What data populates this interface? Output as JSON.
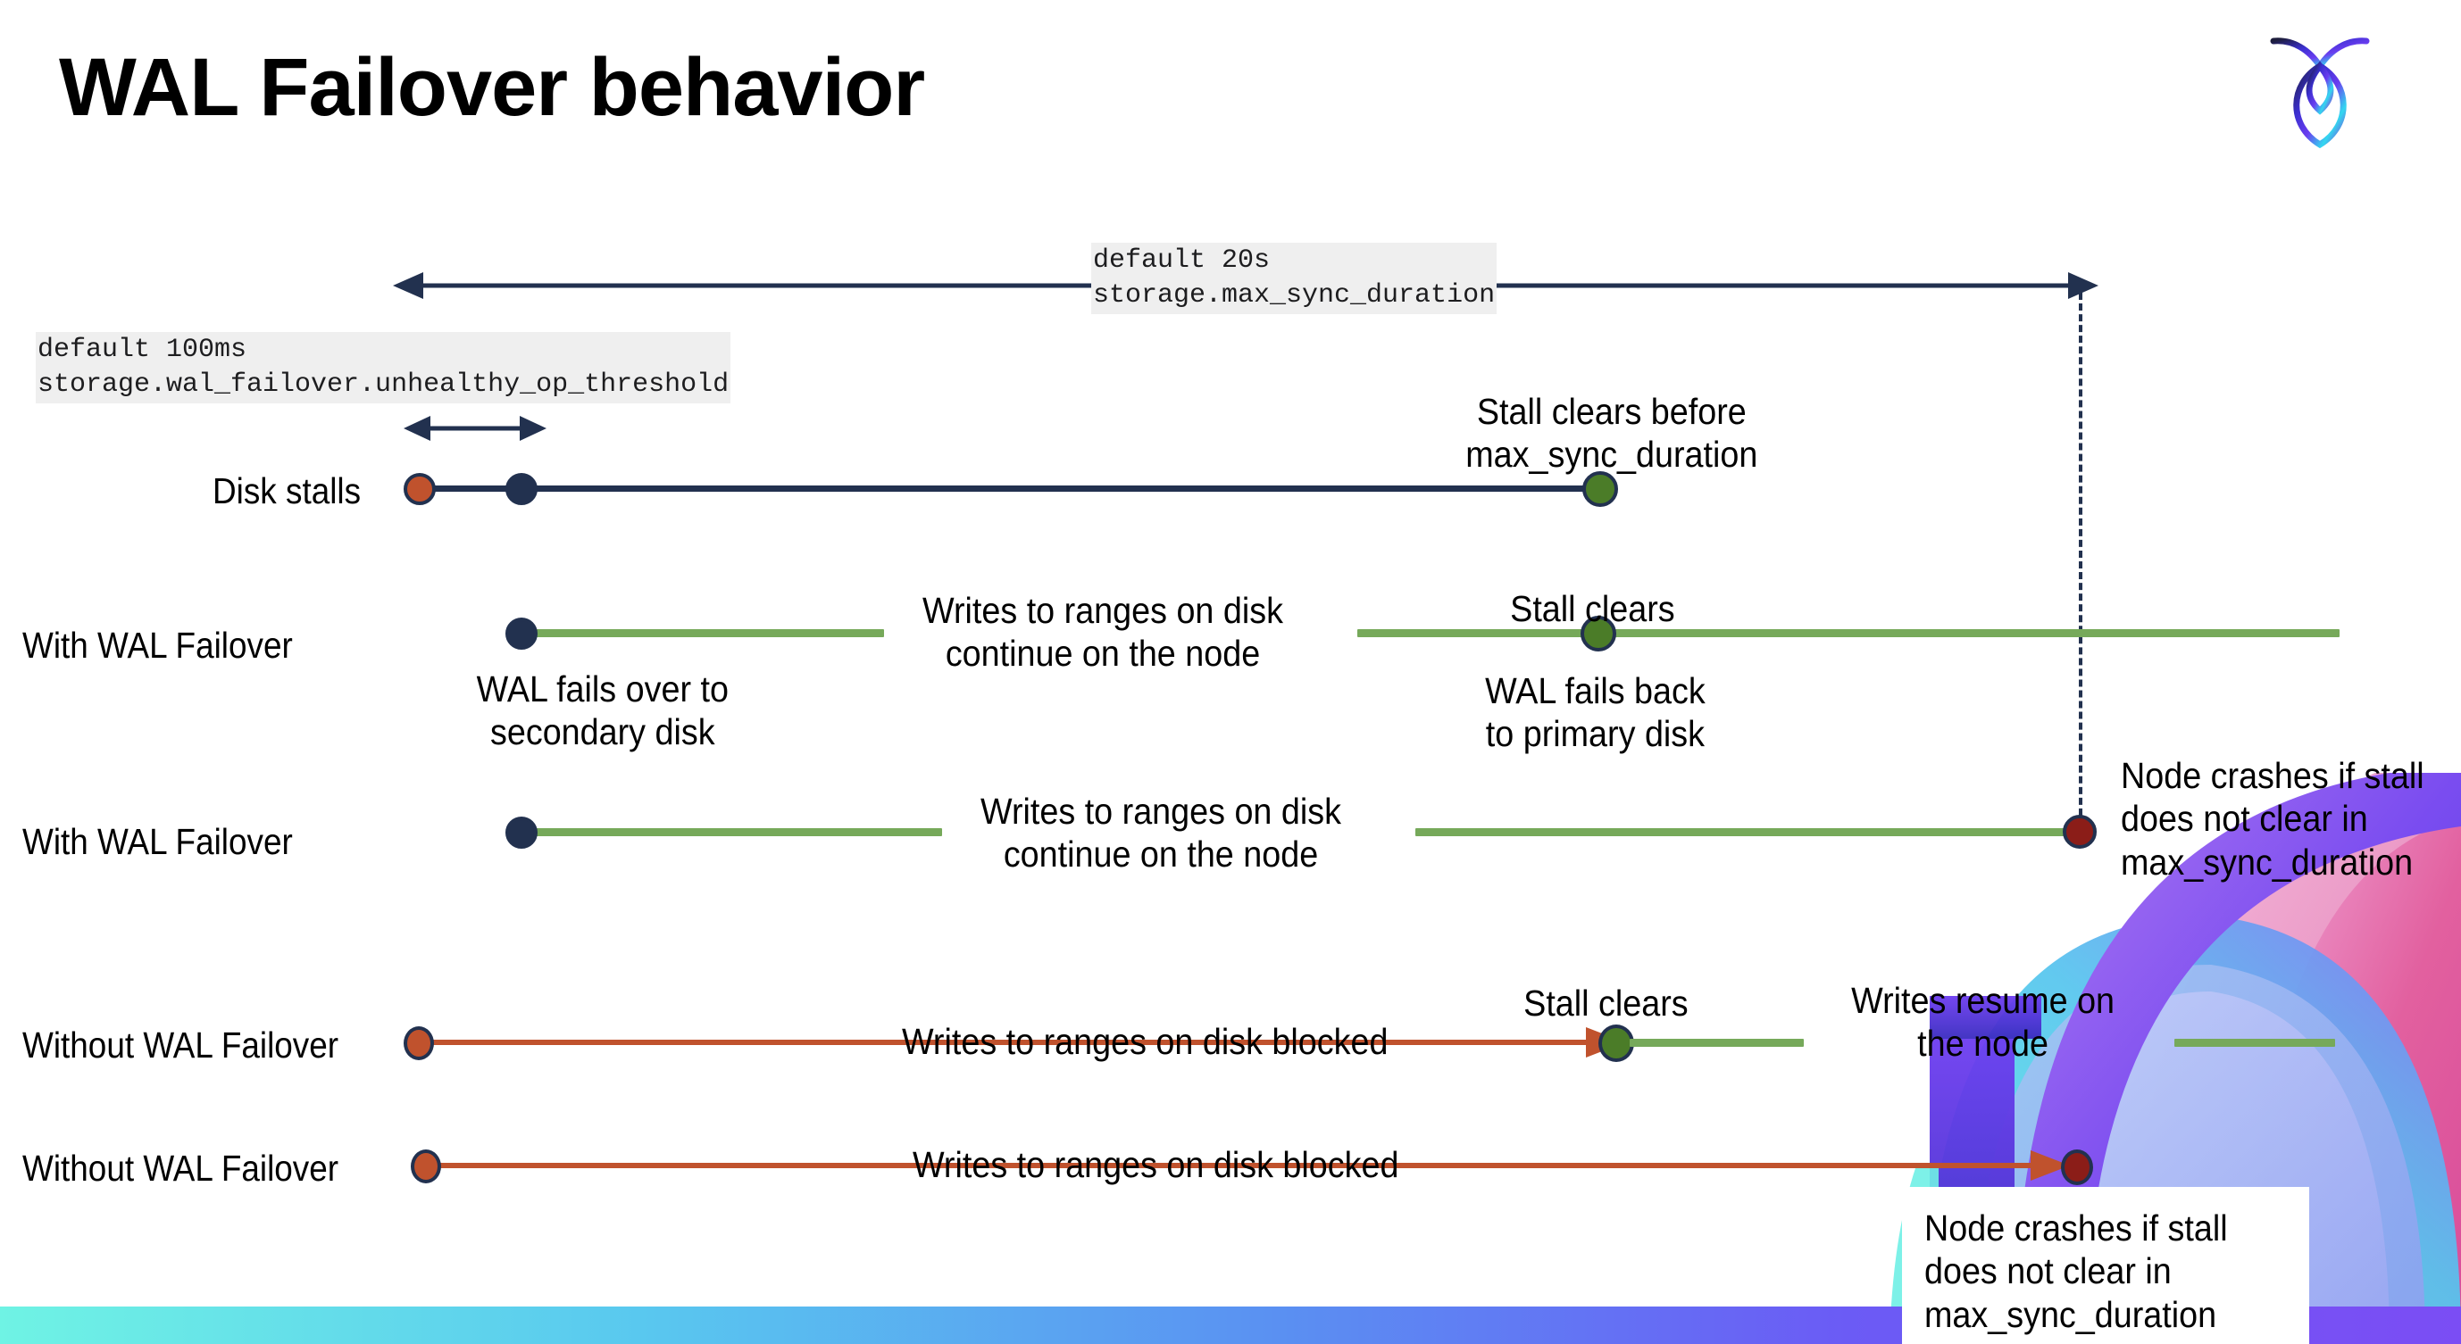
{
  "slide": {
    "title": "WAL Failover behavior",
    "logo_name": "cockroachdb-logo"
  },
  "annotations": {
    "max_sync": {
      "default_line": "default 20s",
      "setting_line": "storage.max_sync_duration"
    },
    "unhealthy_op": {
      "default_line": "default 100ms",
      "setting_line": "storage.wal_failover.unhealthy_op_threshold"
    }
  },
  "rows": [
    {
      "id": "disk-stalls",
      "label": "Disk stalls",
      "notes": [
        {
          "id": "stall-clears-before",
          "text": "Stall clears before\nmax_sync_duration"
        }
      ]
    },
    {
      "id": "with-wal-failover-recovers",
      "label": "With WAL Failover",
      "notes": [
        {
          "id": "writes-continue-1",
          "text": "Writes to ranges on disk\ncontinue on the node"
        },
        {
          "id": "wal-fails-over",
          "text": "WAL fails over to\nsecondary disk"
        },
        {
          "id": "stall-clears-1",
          "text": "Stall clears"
        },
        {
          "id": "wal-fails-back",
          "text": "WAL fails  back\nto primary disk"
        }
      ]
    },
    {
      "id": "with-wal-failover-crashes",
      "label": "With WAL Failover",
      "notes": [
        {
          "id": "writes-continue-2",
          "text": "Writes to ranges on disk\ncontinue on the node"
        },
        {
          "id": "node-crashes-1",
          "text": "Node crashes if stall\ndoes not clear in\nmax_sync_duration"
        }
      ]
    },
    {
      "id": "without-wal-failover-recovers",
      "label": "Without WAL Failover",
      "notes": [
        {
          "id": "writes-blocked-1",
          "text": "Writes to ranges on disk  blocked"
        },
        {
          "id": "stall-clears-2",
          "text": "Stall clears"
        },
        {
          "id": "writes-resume",
          "text": "Writes resume on\nthe node"
        }
      ]
    },
    {
      "id": "without-wal-failover-crashes",
      "label": "Without WAL Failover",
      "notes": [
        {
          "id": "writes-blocked-2",
          "text": "Writes to ranges on disk  blocked"
        },
        {
          "id": "node-crashes-2",
          "text": "Node crashes if stall\ndoes not clear in\nmax_sync_duration"
        }
      ]
    }
  ],
  "legend_colors": {
    "navy": "#22314f",
    "stall_start_red": "#c0522d",
    "stall_clear_green": "#4b7c28",
    "crash_dark_red": "#8b1d18",
    "healthy_track_green": "#76a95a",
    "blocked_track_orange": "#c0522d",
    "code_chip_background": "#efefef"
  }
}
